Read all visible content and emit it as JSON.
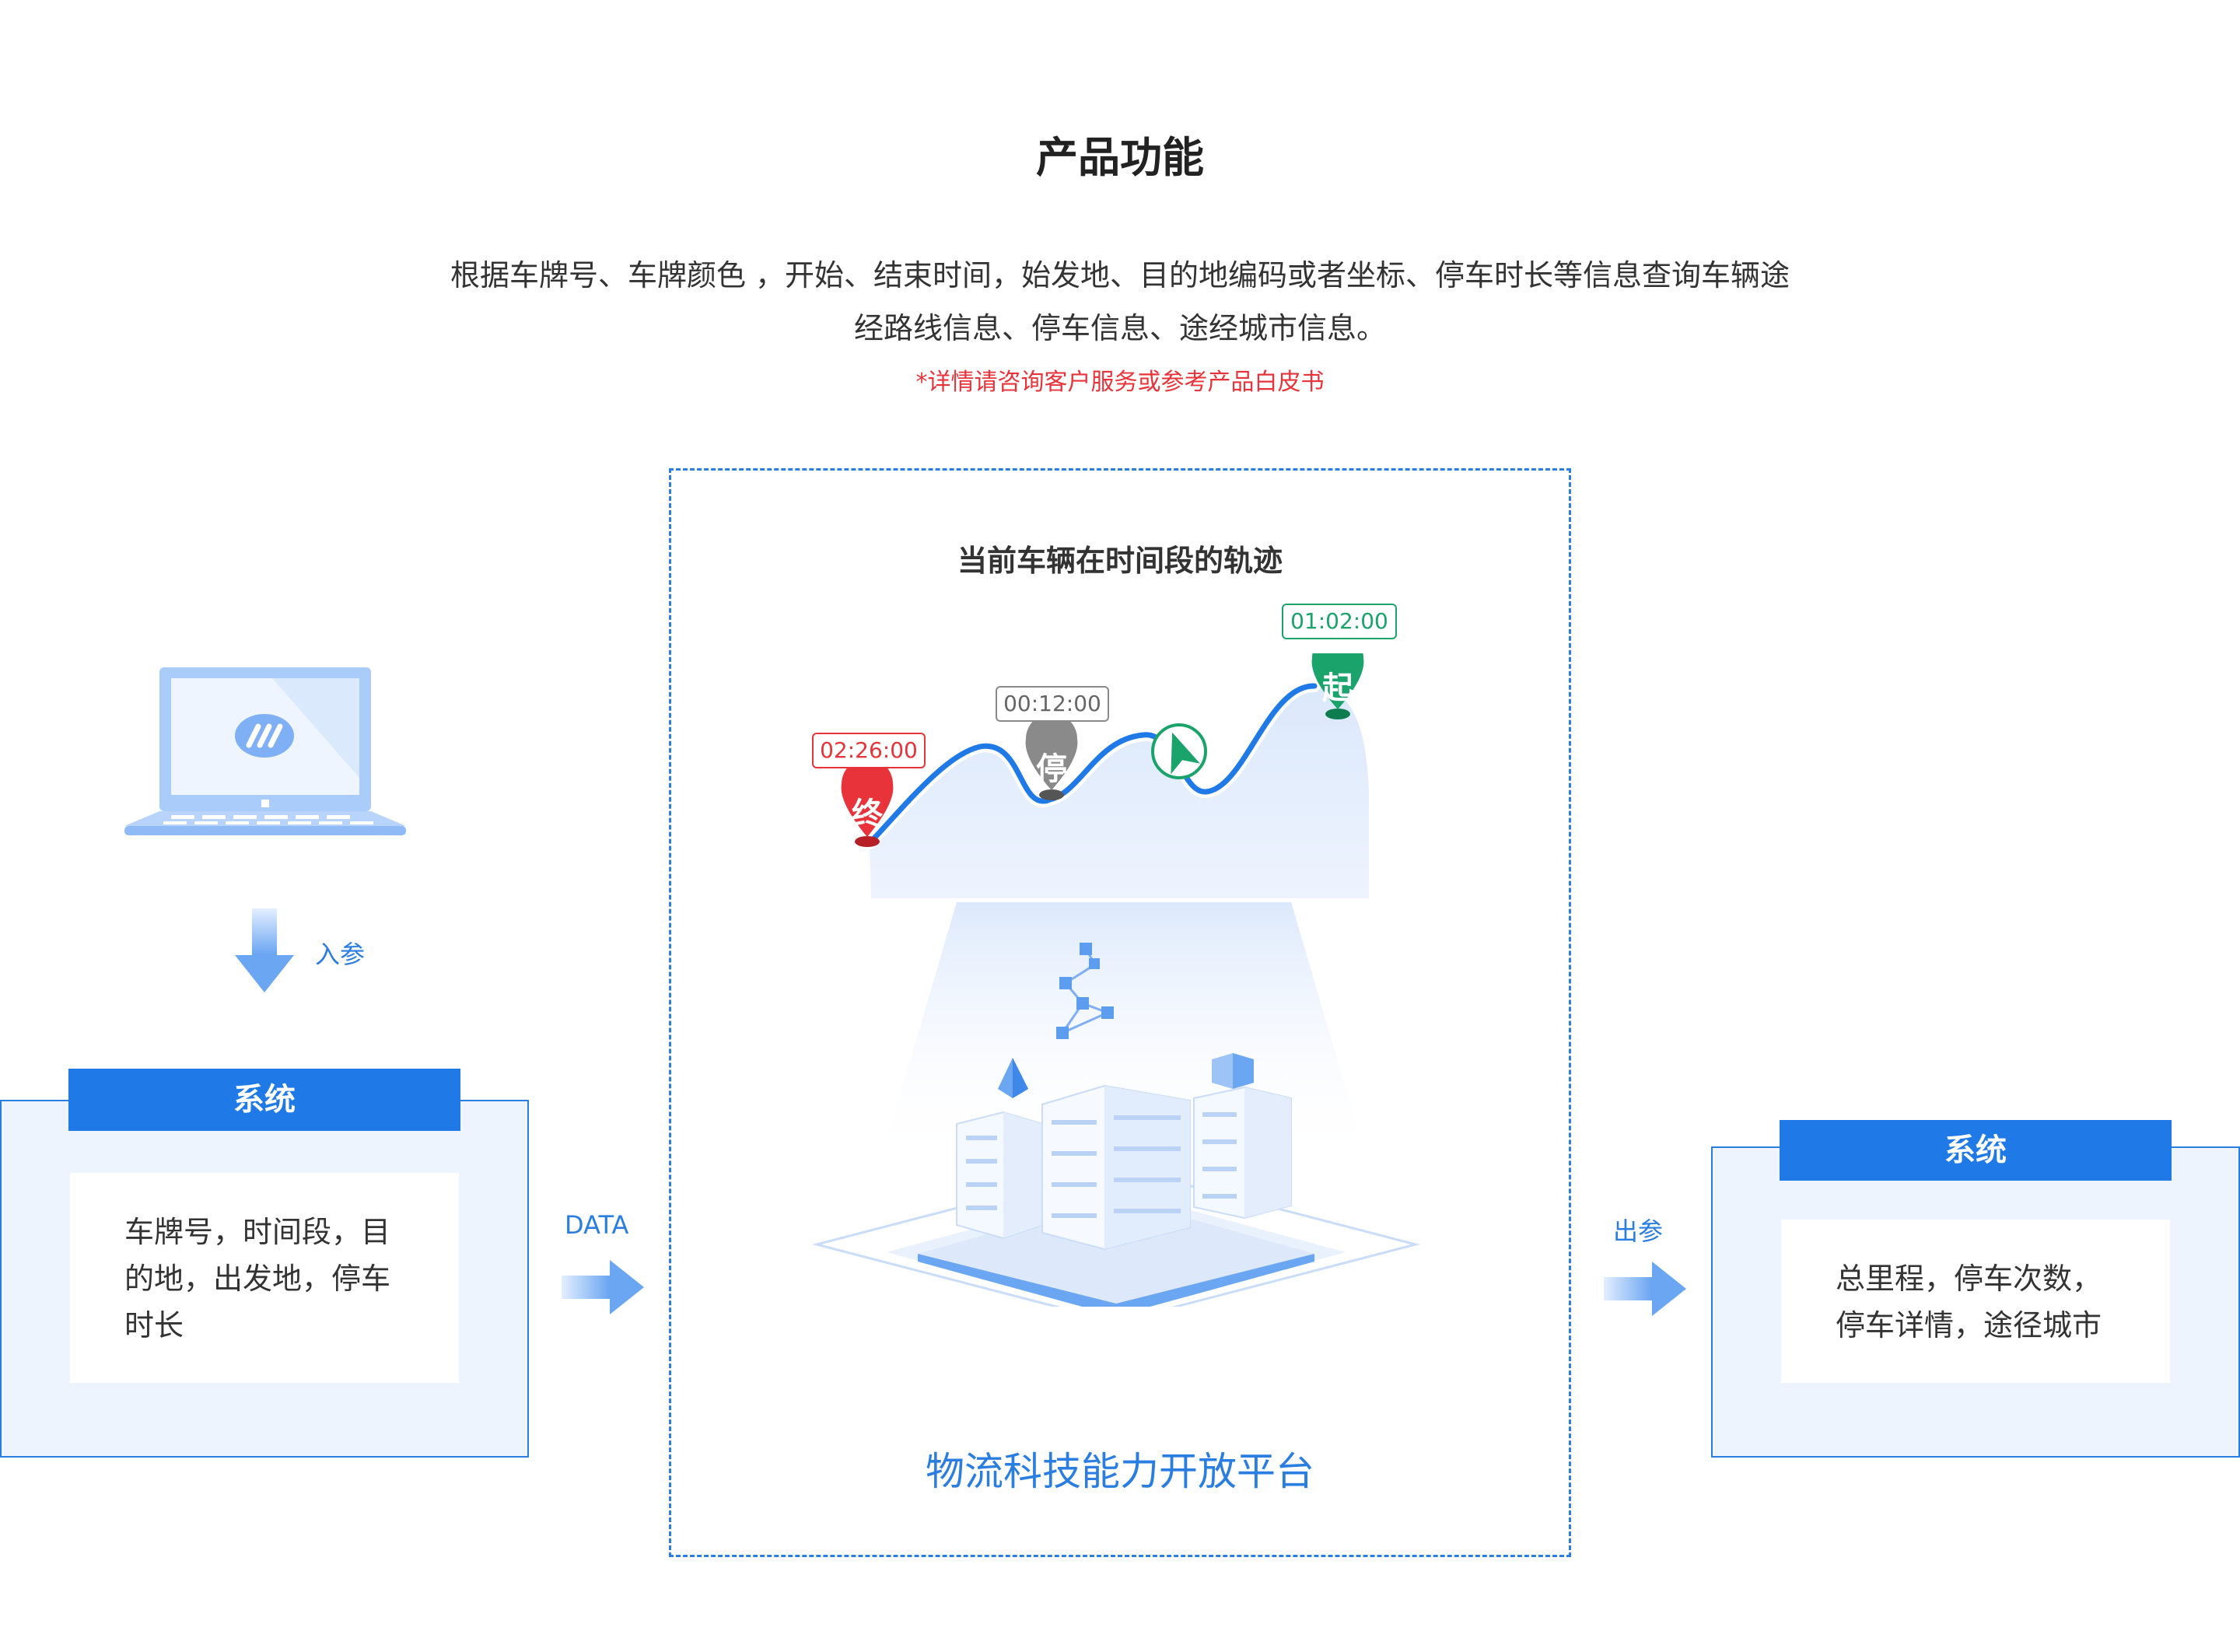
{
  "header": {
    "title": "产品功能",
    "desc_line1": "根据车牌号、车牌颜色 ，开始、结束时间，始发地、目的地编码或者坐标、停车时长等信息查询车辆途",
    "desc_line2": "经路线信息、停车信息、途经城市信息。",
    "note": "*详情请咨询客户服务或参考产品白皮书"
  },
  "input_flow": {
    "label": "入参"
  },
  "left_panel": {
    "head": "系统",
    "line1": "车牌号，时间段，目",
    "line2": "的地，出发地，停车",
    "line3": "时长"
  },
  "data_flow": {
    "label": "DATA"
  },
  "center": {
    "map_title": "当前车辆在时间段的轨迹",
    "end_time": "02:26:00",
    "stop_time": "00:12:00",
    "start_time": "01:02:00",
    "end_pin": "终",
    "stop_pin": "停",
    "start_pin": "起",
    "platform_title": "物流科技能力开放平台"
  },
  "output_flow": {
    "label": "出参"
  },
  "right_panel": {
    "head": "系统",
    "line1": "总里程，停车次数，",
    "line2": "停车详情，途径城市"
  },
  "colors": {
    "accent": "#1f7ae8",
    "end_red": "#e8333a",
    "stop_gray": "#8a8a8a",
    "start_green": "#1aa36b",
    "panel_bg": "#eef4fe"
  }
}
